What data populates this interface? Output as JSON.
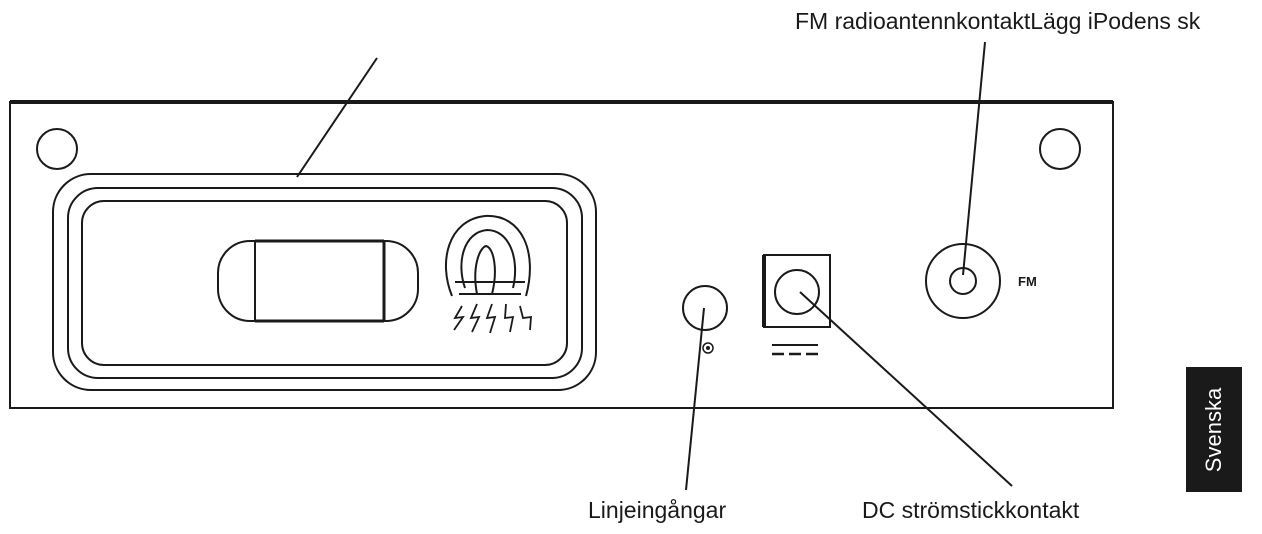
{
  "callouts": {
    "fm_connector": "FM radioantennkontaktLägg iPodens sk",
    "line_input": "Linjeingångar",
    "dc_socket": "DC strömstickkontakt"
  },
  "panel_marks": {
    "fm": "FM"
  },
  "language_tab": {
    "label": "Svenska"
  }
}
